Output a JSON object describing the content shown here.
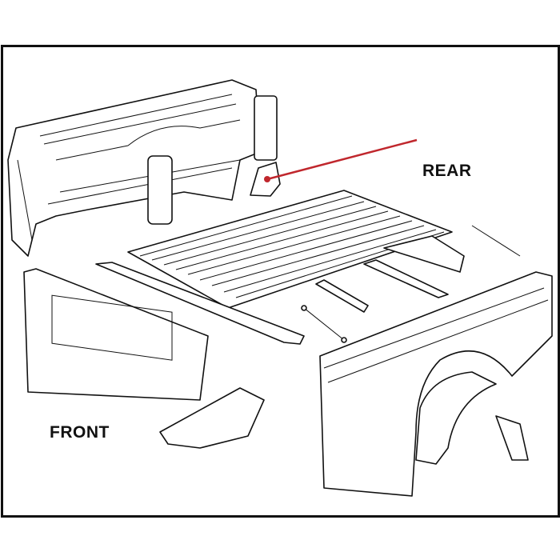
{
  "labels": {
    "rear": "REAR",
    "front": "FRONT"
  },
  "callout": {
    "color": "#c0272d",
    "target": "rear-corner-bracket"
  }
}
